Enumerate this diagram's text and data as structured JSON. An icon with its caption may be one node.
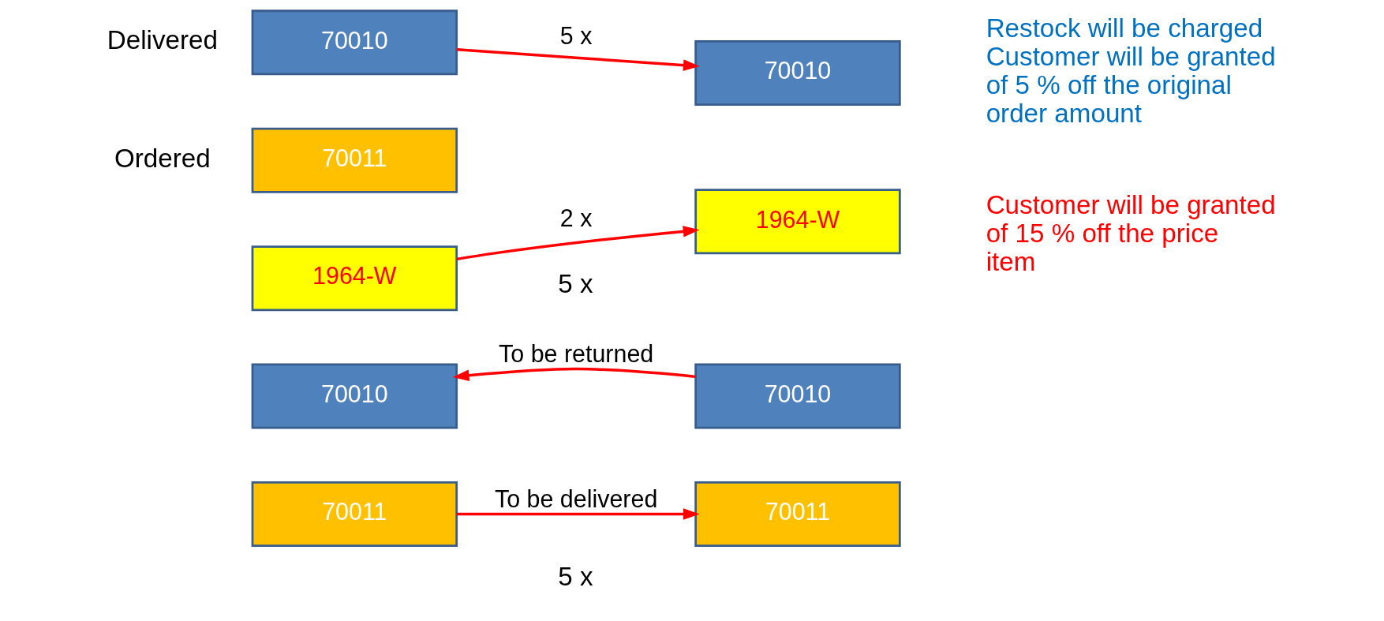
{
  "diagram": {
    "nodes": [
      {
        "text": [
          "70010"
        ],
        "beside": [
          "Delivered"
        ]
      },
      {
        "text": [
          "70010"
        ]
      },
      {
        "text": [
          "70011"
        ],
        "beside": [
          "Ordered"
        ]
      },
      {
        "text": [
          "1964-W"
        ]
      },
      {
        "text": [
          "1964-W"
        ]
      },
      {
        "text": [
          "70010"
        ]
      },
      {
        "text": [
          "70010"
        ]
      },
      {
        "text": [
          "70011"
        ]
      },
      {
        "text": [
          "70011"
        ]
      }
    ],
    "edges": [
      {
        "from": 0,
        "to": 1,
        "arrow": "to",
        "label": "5 x"
      },
      {
        "from": 3,
        "to": 4,
        "arrow": "to",
        "label": "2 x"
      },
      {
        "from": 6,
        "to": 5,
        "arrow": "to",
        "label": "To be returned"
      },
      {
        "from": 7,
        "to": 8,
        "arrow": "to",
        "label": "To be delivered"
      }
    ],
    "labels": [
      "Restock will be charged Customer will be granted of 5 % off the original order amount",
      "Customer will be granted of 15 % off the price item",
      "5 x",
      "5 x"
    ]
  }
}
